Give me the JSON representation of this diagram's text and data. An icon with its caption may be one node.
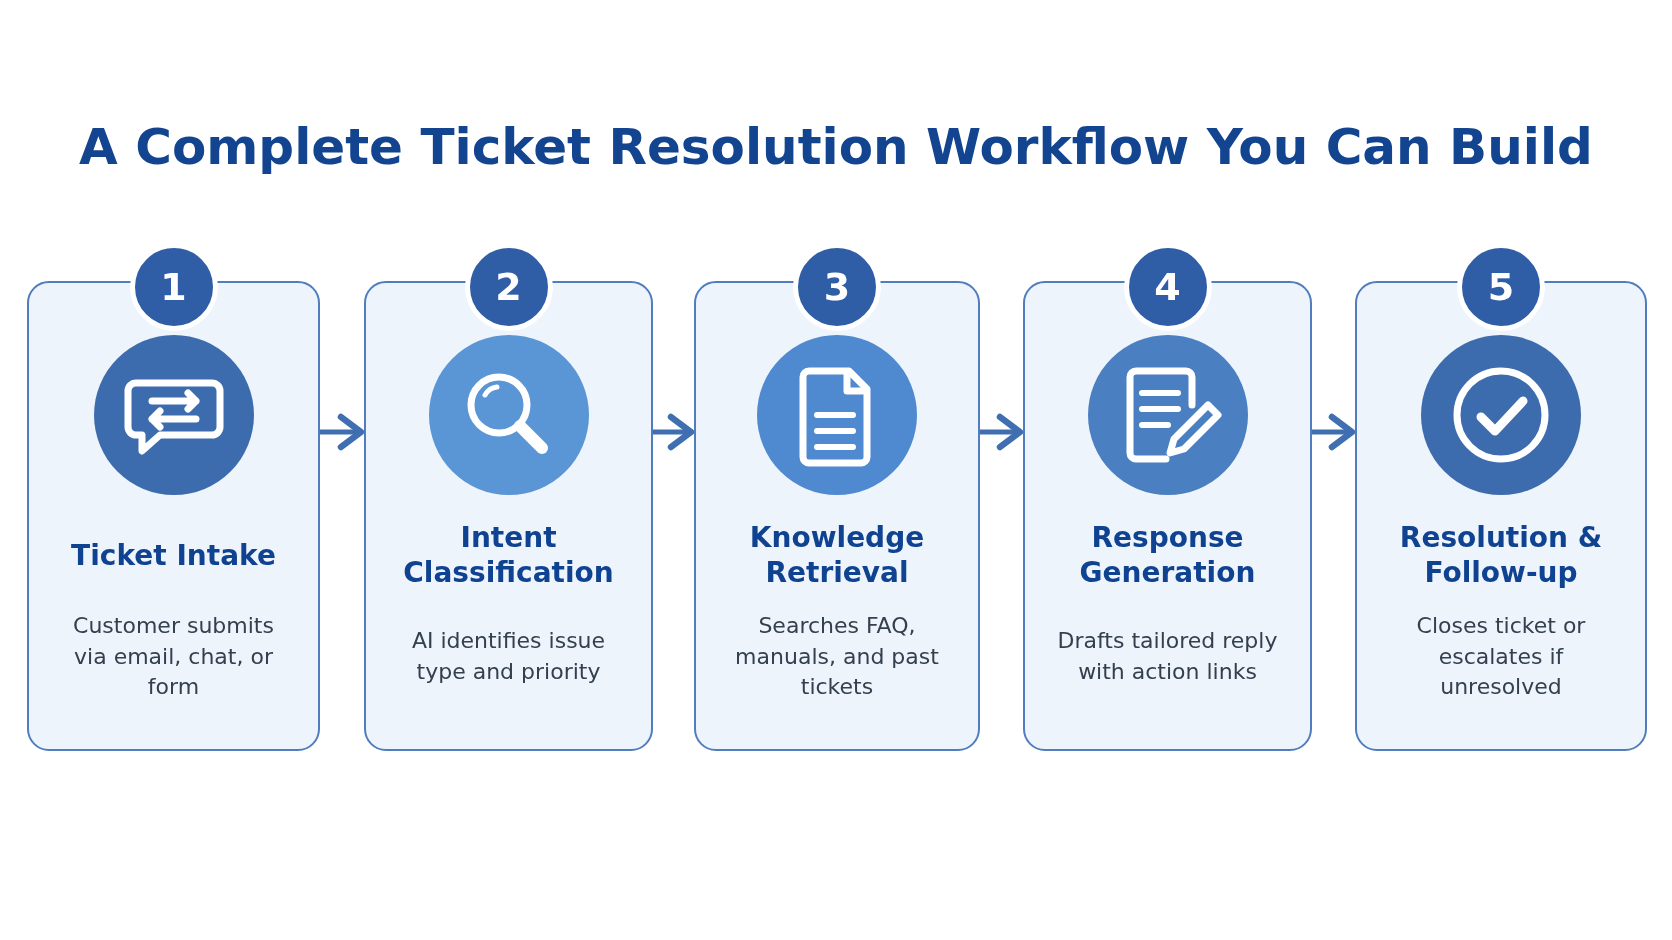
{
  "diagram": {
    "title": "A Complete Ticket Resolution Workflow You Can Build",
    "nodes": [
      {
        "text": [
          "1",
          "Ticket Intake",
          "Customer submits via email, chat, or form"
        ]
      },
      {
        "text": [
          "2",
          "Intent Classification",
          "AI identifies issue type and priority"
        ]
      },
      {
        "text": [
          "3",
          "Knowledge Retrieval",
          "Searches FAQ, manuals, and past tickets"
        ]
      },
      {
        "text": [
          "4",
          "Response Generation",
          "Drafts tailored reply with action links"
        ]
      },
      {
        "text": [
          "5",
          "Resolution & Follow-up",
          "Closes ticket or escalates if unresolved"
        ]
      }
    ],
    "edges": [
      {
        "from": 0,
        "to": 1,
        "arrow": "to"
      },
      {
        "from": 1,
        "to": 2,
        "arrow": "to"
      },
      {
        "from": 2,
        "to": 3,
        "arrow": "to"
      },
      {
        "from": 3,
        "to": 4,
        "arrow": "to"
      }
    ]
  }
}
